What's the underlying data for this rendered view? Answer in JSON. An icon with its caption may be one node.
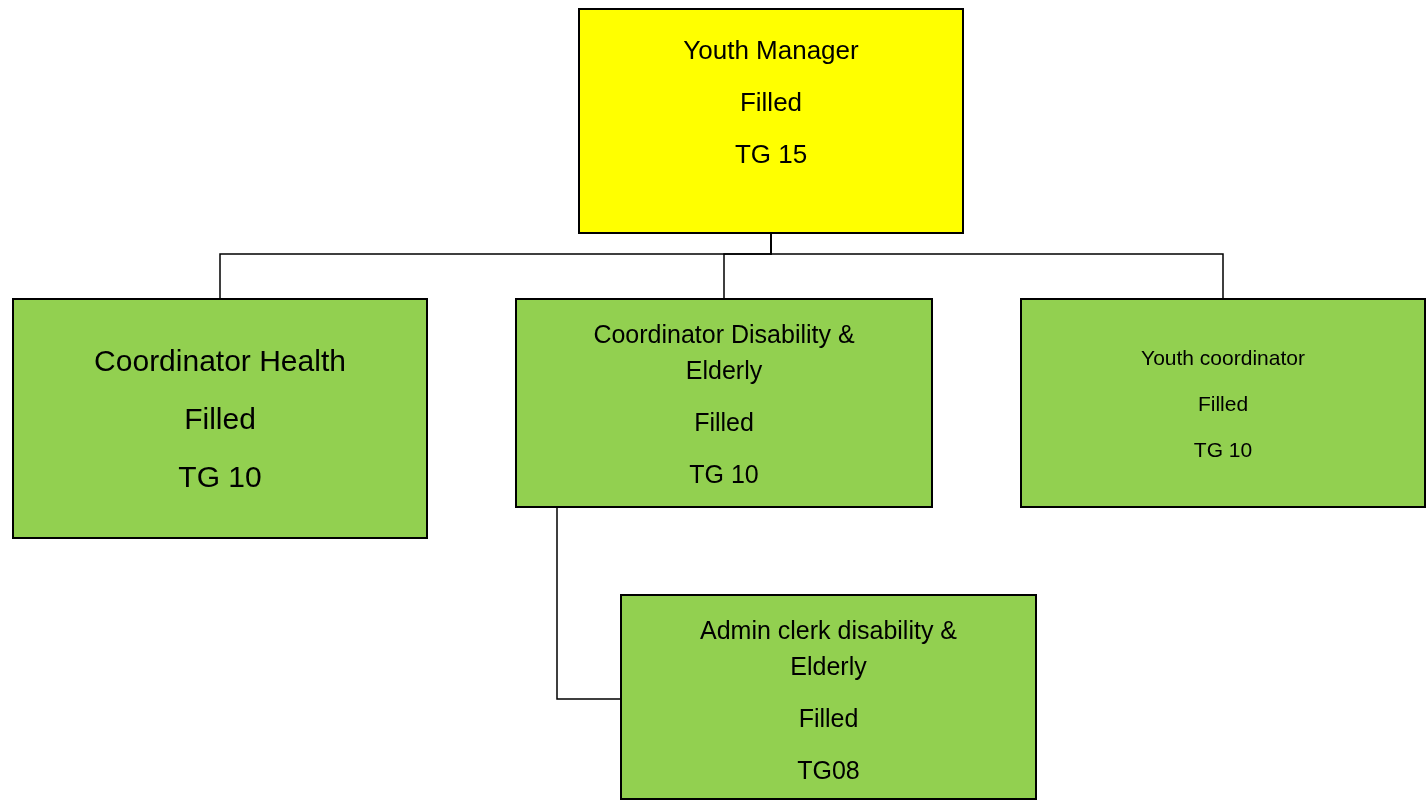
{
  "diagram": {
    "nodes": [
      {
        "text": [
          "Youth Manager",
          "Filled",
          "TG 15"
        ]
      },
      {
        "text": [
          "Coordinator Health",
          "Filled",
          "TG 10"
        ]
      },
      {
        "text": [
          "Coordinator Disability & Elderly",
          "Filled",
          "TG 10"
        ]
      },
      {
        "text": [
          "Youth coordinator",
          "Filled",
          "TG 10"
        ]
      },
      {
        "text": [
          "Admin clerk disability & Elderly",
          "Filled",
          "TG08"
        ]
      }
    ],
    "edges": [
      {
        "from": 0,
        "to": 1,
        "arrow": "none"
      },
      {
        "from": 0,
        "to": 2,
        "arrow": "none"
      },
      {
        "from": 0,
        "to": 3,
        "arrow": "none"
      },
      {
        "from": 2,
        "to": 4,
        "arrow": "none"
      }
    ]
  }
}
